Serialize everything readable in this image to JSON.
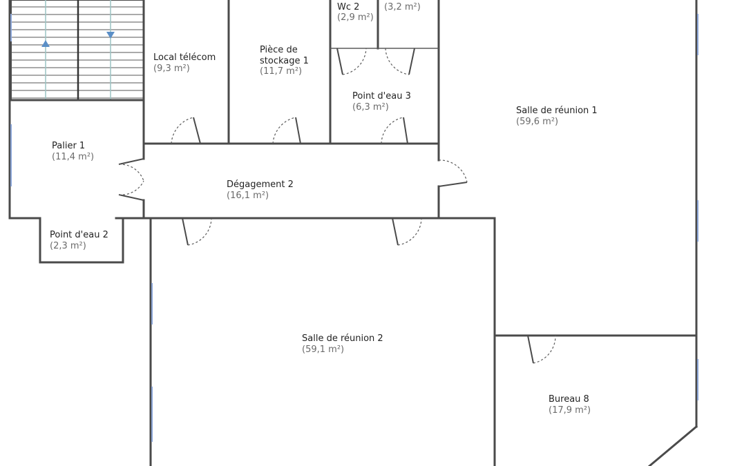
{
  "colors": {
    "wall": "#4a4a4a",
    "window": "#8aa4d6",
    "stair_arrow": "#5b8fc7",
    "label": "#222222",
    "area": "#6a6a6a"
  },
  "rooms": [
    {
      "id": "wc2",
      "name": "Wc 2",
      "area": "(2,9 m²)"
    },
    {
      "id": "unnamed-top",
      "name": "",
      "area": "(3,2 m²)"
    },
    {
      "id": "local-telecom",
      "name": "Local télécom",
      "area": "(9,3 m²)"
    },
    {
      "id": "piece-stockage",
      "name": "Pièce de",
      "name2": "stockage 1",
      "area": "(11,7 m²)"
    },
    {
      "id": "point-eau-3",
      "name": "Point d'eau 3",
      "area": "(6,3 m²)"
    },
    {
      "id": "salle-reunion-1",
      "name": "Salle de réunion 1",
      "area": "(59,6 m²)"
    },
    {
      "id": "palier-1",
      "name": "Palier 1",
      "area": "(11,4 m²)"
    },
    {
      "id": "degagement-2",
      "name": "Dégagement 2",
      "area": "(16,1 m²)"
    },
    {
      "id": "point-eau-2",
      "name": "Point d'eau 2",
      "area": "(2,3 m²)"
    },
    {
      "id": "salle-reunion-2",
      "name": "Salle de réunion 2",
      "area": "(59,1 m²)"
    },
    {
      "id": "bureau-8",
      "name": "Bureau 8",
      "area": "(17,9 m²)"
    }
  ]
}
